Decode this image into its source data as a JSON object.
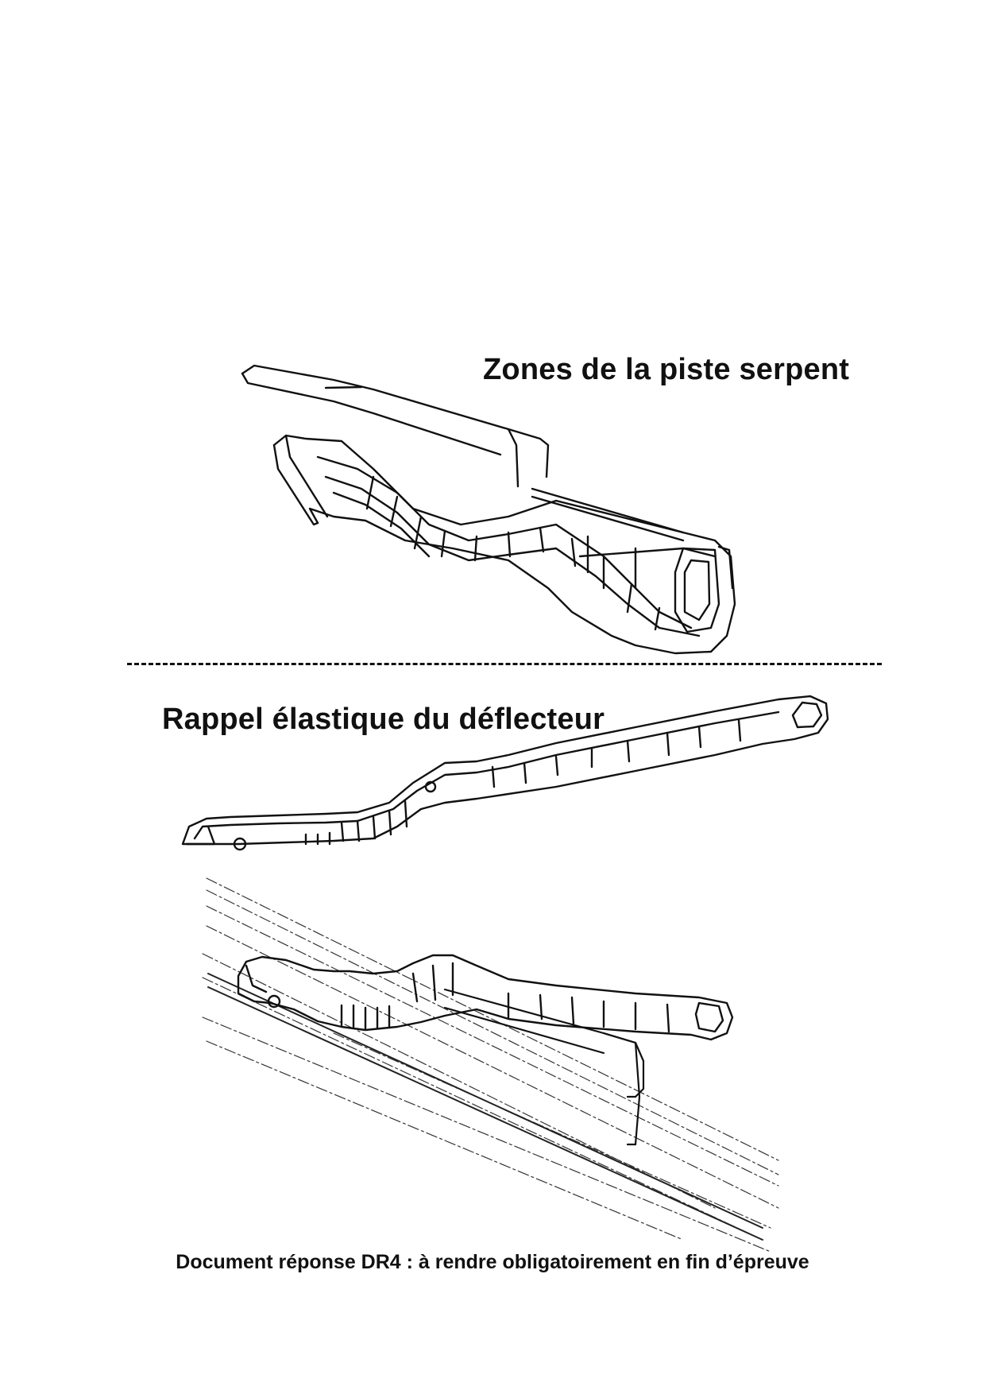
{
  "sections": {
    "zones_title": "Zones de la piste serpent",
    "rappel_title": "Rappel élastique du déflecteur"
  },
  "footer": {
    "note": "Document réponse DR4 : à rendre obligatoirement en fin d’épreuve"
  },
  "figures": {
    "serpent_track": "serpent-track-drawing",
    "deflector_spring": "deflector-spring-drawing",
    "deflector_assembly": "deflector-on-blade-drawing"
  }
}
